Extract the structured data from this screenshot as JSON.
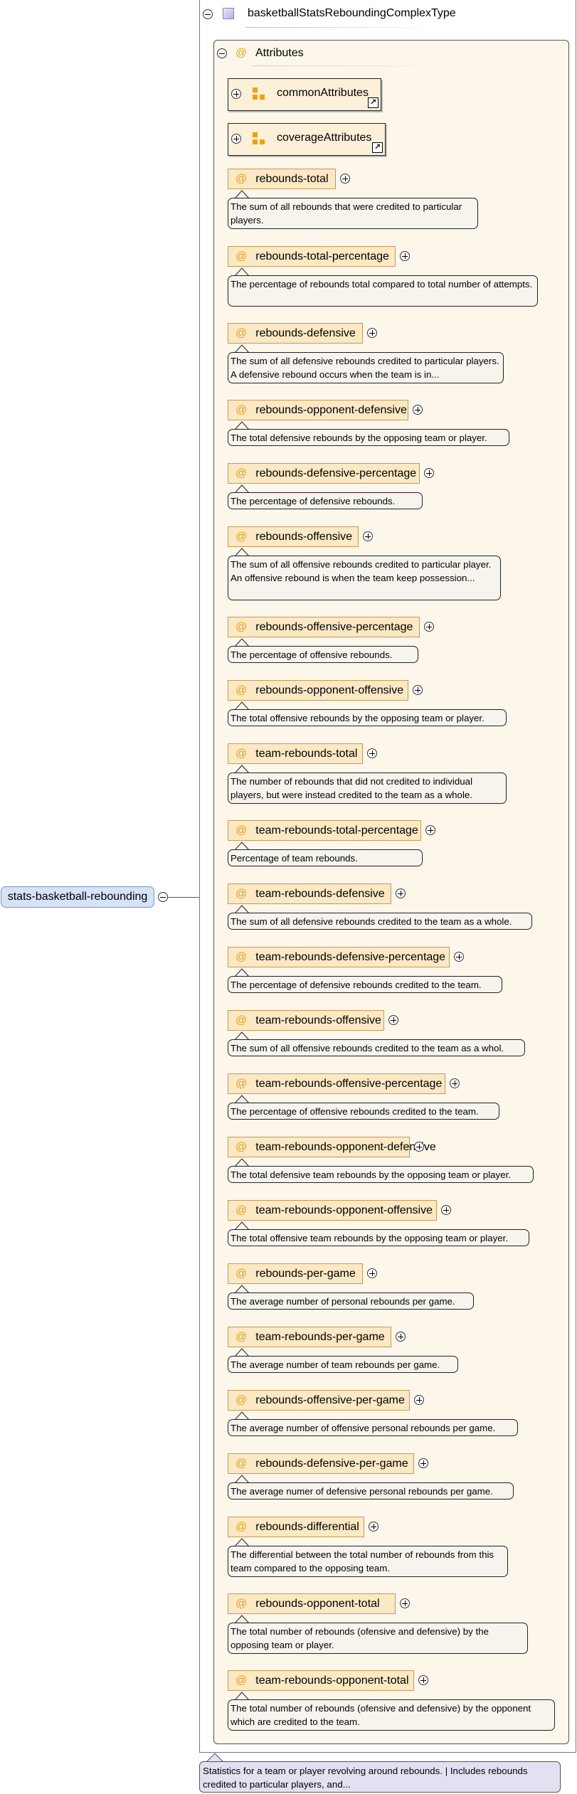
{
  "element": {
    "name": "stats-basketball-rebounding"
  },
  "complex_type": {
    "name": "basketballStatsReboundingComplexType"
  },
  "attributes_group": {
    "at_symbol": "@",
    "title": "Attributes"
  },
  "attribute_groups": [
    {
      "name": "commonAttributes"
    },
    {
      "name": "coverageAttributes"
    }
  ],
  "attributes": [
    {
      "name": "rebounds-total",
      "doc": "The sum of all rebounds that were credited to particular players."
    },
    {
      "name": "rebounds-total-percentage",
      "doc": "The percentage of rebounds total compared to total number of attempts."
    },
    {
      "name": "rebounds-defensive",
      "doc": "The sum of all defensive rebounds credited to particular players. A defensive rebound occurs when the team is in..."
    },
    {
      "name": "rebounds-opponent-defensive",
      "doc": "The total defensive rebounds by the opposing team or player."
    },
    {
      "name": "rebounds-defensive-percentage",
      "doc": "The percentage of defensive rebounds."
    },
    {
      "name": "rebounds-offensive",
      "doc": "The sum of all offensive rebounds credited to particular player. An offensive rebound is when the team keep possession..."
    },
    {
      "name": "rebounds-offensive-percentage",
      "doc": "The percentage of offensive rebounds."
    },
    {
      "name": "rebounds-opponent-offensive",
      "doc": "The total offensive rebounds by the opposing team or player."
    },
    {
      "name": "team-rebounds-total",
      "doc": "The number of rebounds that did not credited to individual players, but were instead credited to the team as a whole."
    },
    {
      "name": "team-rebounds-total-percentage",
      "doc": "Percentage of team rebounds."
    },
    {
      "name": "team-rebounds-defensive",
      "doc": "The sum of all defensive rebounds credited to the team as a whole."
    },
    {
      "name": "team-rebounds-defensive-percentage",
      "doc": "The percentage of defensive rebounds credited to the team."
    },
    {
      "name": "team-rebounds-offensive",
      "doc": "The sum of all offensive rebounds credited to the team as a whol."
    },
    {
      "name": "team-rebounds-offensive-percentage",
      "doc": "The percentage of offensive rebounds credited to the team."
    },
    {
      "name": "team-rebounds-opponent-defensive",
      "doc": "The total defensive team rebounds by the opposing team or player."
    },
    {
      "name": "team-rebounds-opponent-offensive",
      "doc": "The total offensive team rebounds by the opposing team or player."
    },
    {
      "name": "rebounds-per-game",
      "doc": "The average number of personal rebounds per game."
    },
    {
      "name": "team-rebounds-per-game",
      "doc": "The average number of team rebounds per game."
    },
    {
      "name": "rebounds-offensive-per-game",
      "doc": "The average number of offensive personal rebounds per game."
    },
    {
      "name": "rebounds-defensive-per-game",
      "doc": "The average numer of defensive personal rebounds per game."
    },
    {
      "name": "rebounds-differential",
      "doc": "The differential between the total number of rebounds from this team compared to the opposing team."
    },
    {
      "name": "rebounds-opponent-total",
      "doc": "The total number of rebounds (ofensive and defensive) by the opposing team or player."
    },
    {
      "name": "team-rebounds-opponent-total",
      "doc": "The total number of rebounds (ofensive and defensive) by the opponent which are credited to the team."
    }
  ],
  "element_doc": "Statistics for a team or player revolving around rebounds. | Includes rebounds credited to particular players, and..."
}
